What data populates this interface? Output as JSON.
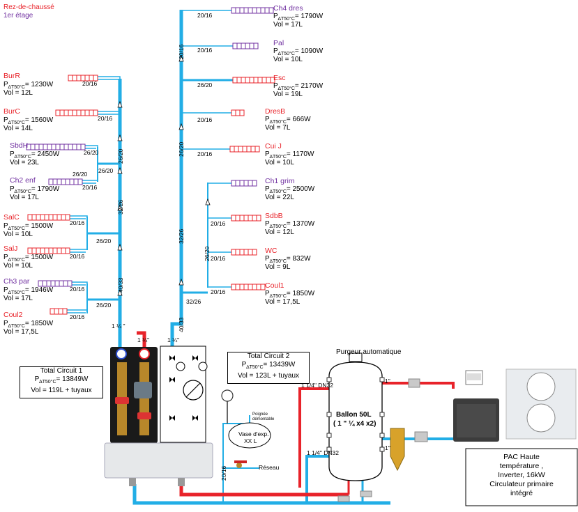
{
  "legend": {
    "ground_floor": "Rez-de-chaussé",
    "first_floor": "1er étage"
  },
  "colors": {
    "cold": "#22aee6",
    "hot": "#e8232a",
    "ground": "#e8232a",
    "first": "#7030a0"
  },
  "power_prefix": "P",
  "power_sub": "∆T50°C",
  "circuit1_rooms": [
    {
      "name": "BurR",
      "floor": "ground",
      "power": "= 1230W",
      "vol": "Vol = 12L",
      "pipe": "20/16"
    },
    {
      "name": "BurC",
      "floor": "ground",
      "power": "= 1560W",
      "vol": "Vol = 14L",
      "pipe": "20/16"
    },
    {
      "name": "SbdH",
      "floor": "first",
      "power": "= 2450W",
      "vol": "Vol = 23L",
      "pipe": "26/20"
    },
    {
      "name": "Ch2 enf",
      "floor": "first",
      "power": "= 1790W",
      "vol": "Vol = 17L",
      "pipe": "20/16"
    },
    {
      "name": "SalC",
      "floor": "ground",
      "power": "= 1500W",
      "vol": "Vol = 10L",
      "pipe": "20/16"
    },
    {
      "name": "SalJ",
      "floor": "ground",
      "power": "= 1500W",
      "vol": "Vol = 10L",
      "pipe": "20/16"
    },
    {
      "name": "Ch3 par",
      "floor": "first",
      "power": "= 1946W",
      "vol": "Vol = 17L",
      "pipe": "20/16"
    },
    {
      "name": "Coul2",
      "floor": "ground",
      "power": "= 1850W",
      "vol": "Vol = 17,5L",
      "pipe": "20/16"
    }
  ],
  "circuit2_rooms": [
    {
      "name": "Ch4 dres",
      "floor": "first",
      "power": "= 1790W",
      "vol": "Vol = 17L",
      "pipe": "20/16"
    },
    {
      "name": "Pal",
      "floor": "first",
      "power": "= 1090W",
      "vol": "Vol = 10L",
      "pipe": "20/16"
    },
    {
      "name": "Esc",
      "floor": "ground",
      "power": "= 2170W",
      "vol": "Vol = 19L",
      "pipe": "26/20"
    },
    {
      "name": "DresB",
      "floor": "ground",
      "power": "= 666W",
      "vol": "Vol = 7L",
      "pipe": "20/16"
    },
    {
      "name": "Cui J",
      "floor": "ground",
      "power": "= 1170W",
      "vol": "Vol = 10L",
      "pipe": "20/16"
    },
    {
      "name": "Ch1 grim",
      "floor": "first",
      "power": "= 2500W",
      "vol": "Vol = 22L",
      "pipe": ""
    },
    {
      "name": "SdbB",
      "floor": "ground",
      "power": "= 1370W",
      "vol": "Vol = 12L",
      "pipe": "20/16"
    },
    {
      "name": "WC",
      "floor": "ground",
      "power": "= 832W",
      "vol": "Vol = 9L",
      "pipe": "20/16"
    },
    {
      "name": "Coul1",
      "floor": "ground",
      "power": "= 1850W",
      "vol": "Vol = 17,5L",
      "pipe": "20/16"
    }
  ],
  "branch_labels": {
    "c1_a": "26/20",
    "c1_b": "26/20",
    "c1_c": "26/20",
    "c1_d": "26/20",
    "c1_v1": "26/20",
    "c1_v2": "32/26",
    "c1_v3": "40/33",
    "c1_bottom": "1 ¼ \"",
    "c2_v1": "20/16",
    "c2_v2": "26/20",
    "c2_v3": "32/26",
    "c2_v4": "26/20",
    "c2_v5": "40/33",
    "c2_join": "32/26",
    "c2_bottom": "1 ¼\"",
    "hot_top": "1 ¼\""
  },
  "total1": {
    "title": "Total Circuit 1",
    "power": "= 13849W",
    "vol": "Vol = 119L + tuyaux"
  },
  "total2": {
    "title": "Total Circuit 2",
    "power": "= 13439W",
    "vol": "Vol = 123L + tuyaux"
  },
  "purge": "Purgeur automatique",
  "tank": {
    "line1": "Ballon 50L",
    "line2": "( 1 \" ¼ x4 x2)"
  },
  "tank_pipes": {
    "in_top": "1 1/4\" DN32",
    "in_bot": "1 1/4\" DN32",
    "out_top": "1\"",
    "out_bot": "1\""
  },
  "expansion": {
    "line1": "Vase d'exp.",
    "line2": "XX L",
    "handle": "Poignée démontable",
    "pipe": "20/16",
    "network": "Réseau"
  },
  "pac": {
    "lines": [
      "PAC Haute",
      "température ,",
      "Inverter, 16kW",
      "Circulateur primaire",
      "intégré"
    ]
  }
}
